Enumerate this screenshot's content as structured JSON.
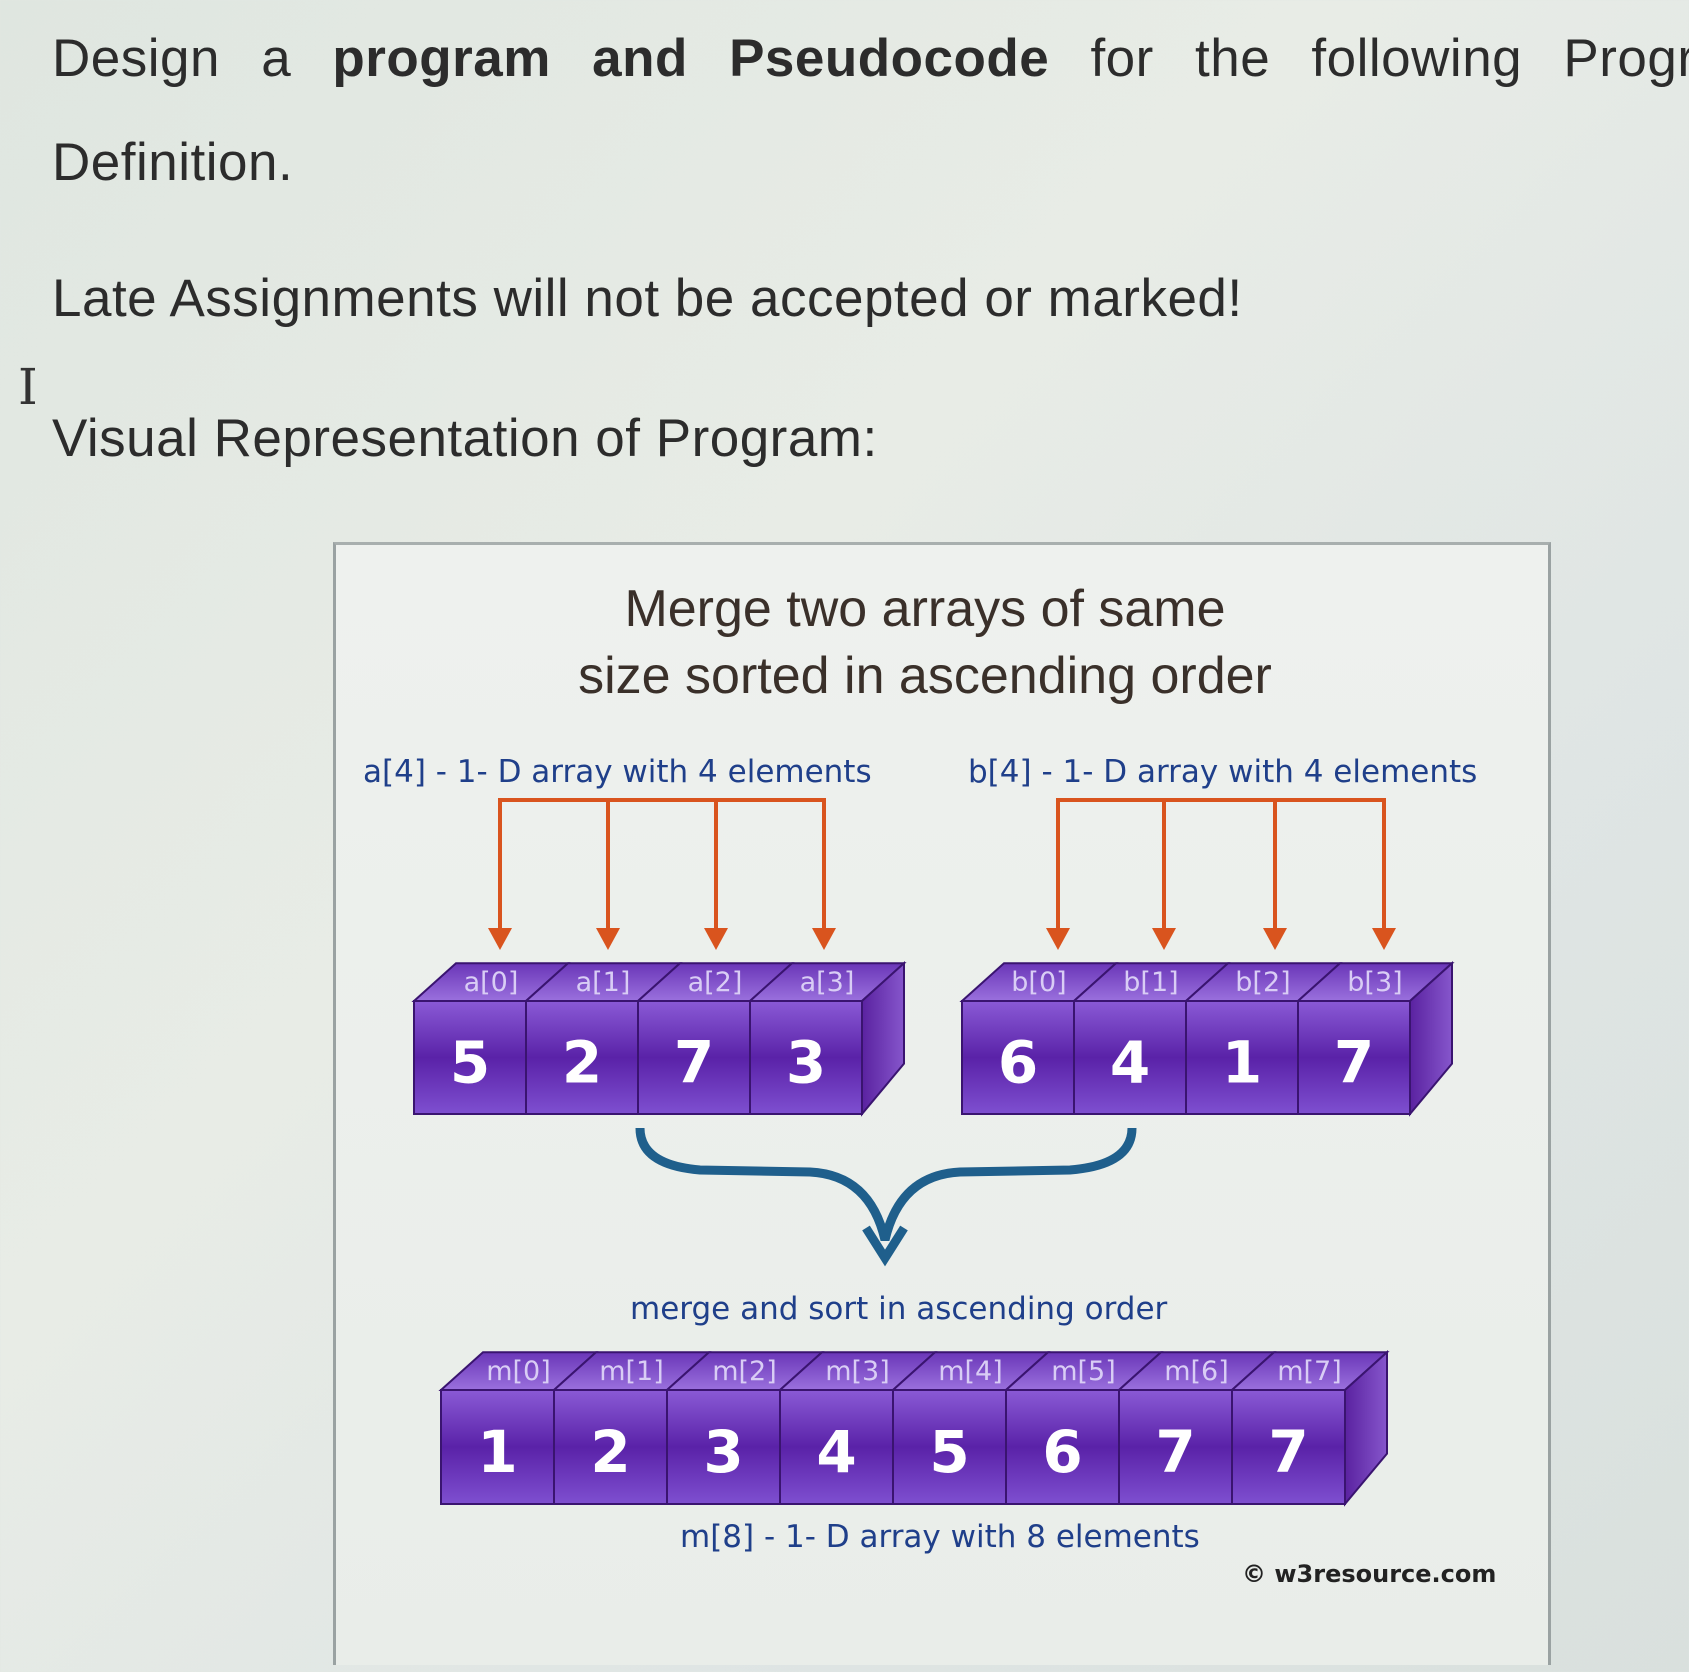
{
  "document": {
    "line1_pre": "Design a",
    "line1_bold": "program and Pseudocode",
    "line1_post": "for the following Progr",
    "line2": "Definition.",
    "line3": "Late Assignments will not be accepted or marked!",
    "cursor_icon": "text-cursor-icon",
    "line5": "Visual Representation of Program:"
  },
  "diagram": {
    "title_line1": "Merge two arrays of same",
    "title_line2": "size sorted in ascending order",
    "array_a_label": "a[4] - 1- D array with 4 elements",
    "array_b_label": "b[4] - 1- D array with 4 elements",
    "array_a": [
      {
        "index": "a[0]",
        "value": "5"
      },
      {
        "index": "a[1]",
        "value": "2"
      },
      {
        "index": "a[2]",
        "value": "7"
      },
      {
        "index": "a[3]",
        "value": "3"
      }
    ],
    "array_b": [
      {
        "index": "b[0]",
        "value": "6"
      },
      {
        "index": "b[1]",
        "value": "4"
      },
      {
        "index": "b[2]",
        "value": "1"
      },
      {
        "index": "b[3]",
        "value": "7"
      }
    ],
    "merge_label": "merge and sort in ascending order",
    "array_m": [
      {
        "index": "m[0]",
        "value": "1"
      },
      {
        "index": "m[1]",
        "value": "2"
      },
      {
        "index": "m[2]",
        "value": "3"
      },
      {
        "index": "m[3]",
        "value": "4"
      },
      {
        "index": "m[4]",
        "value": "5"
      },
      {
        "index": "m[5]",
        "value": "6"
      },
      {
        "index": "m[6]",
        "value": "7"
      },
      {
        "index": "m[7]",
        "value": "7"
      }
    ],
    "array_m_label": "m[8] - 1- D array with 8 elements",
    "copyright": "© w3resource.com",
    "colors": {
      "arrow": "#d9541e",
      "brace": "#1f5f8c",
      "cube": "#6a2fb8",
      "label": "#1f3f8a"
    }
  }
}
